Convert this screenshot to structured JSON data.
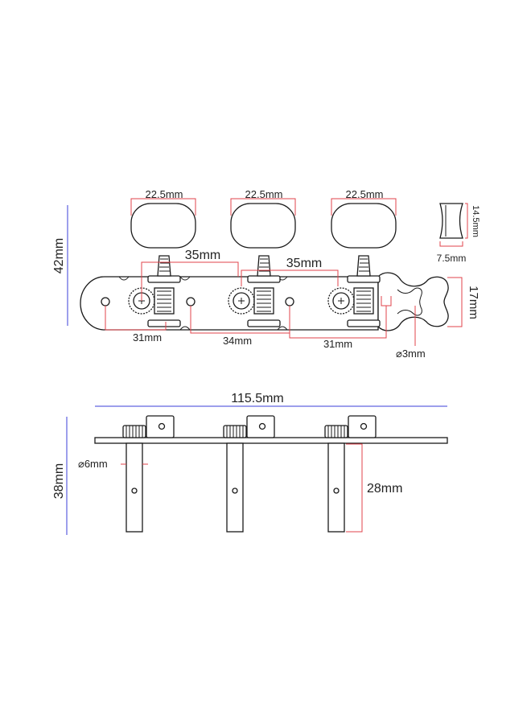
{
  "colors": {
    "dimension_red": "#e0434b",
    "dimension_blue": "#3b3fd8",
    "ink": "#1a1a1a",
    "background": "#ffffff"
  },
  "top_view": {
    "knob_widths": [
      "22.5mm",
      "22.5mm",
      "22.5mm"
    ],
    "knob_side_height": "14.5mm",
    "knob_side_width": "7.5mm",
    "post_spacing_1": "35mm",
    "post_spacing_2": "35mm",
    "overall_height": "42mm",
    "plate_end_height": "17mm",
    "hole_spacing_1": "31mm",
    "hole_spacing_2": "34mm",
    "hole_spacing_3": "31mm",
    "screw_hole_diameter": "⌀3mm"
  },
  "side_view": {
    "overall_length": "115.5mm",
    "overall_height": "38mm",
    "post_diameter": "⌀6mm",
    "post_length": "28mm"
  }
}
